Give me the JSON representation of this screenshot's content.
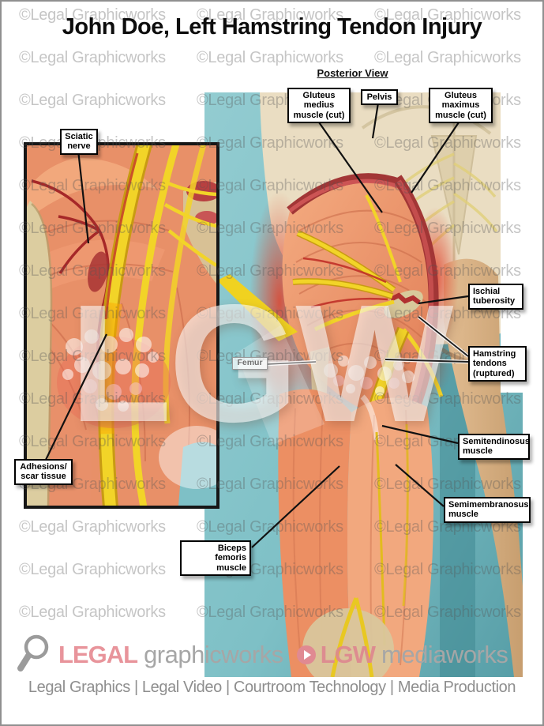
{
  "title": "John Doe, Left Hamstring Tendon Injury",
  "view_header": "Posterior View",
  "watermark": {
    "text": "©Legal Graphicworks",
    "big_text": "LGW"
  },
  "labels": {
    "gluteus_medius": "Gluteus\nmedius\nmuscle (cut)",
    "pelvis": "Pelvis",
    "gluteus_maximus": "Gluteus\nmaximus\nmuscle (cut)",
    "sciatic_nerve": "Sciatic\nnerve",
    "ischial_tuberosity": "Ischial\ntuberosity",
    "hamstring_tendons": "Hamstring\ntendons\n(ruptured)",
    "femur": "Femur",
    "semitendinosus": "Semitendinosus\nmuscle",
    "semimembranosus": "Semimembranosus\nmuscle",
    "biceps_femoris": "Biceps femoris\nmuscle",
    "adhesions": "Adhesions/\nscar tissue"
  },
  "footer": {
    "brand_legal": "LEGAL",
    "brand_graphicworks": "graphicworks",
    "brand_lgw": "LGW",
    "brand_mediaworks": "mediaworks",
    "tagline": "Legal Graphics | Legal Video | Courtroom Technology | Media Production"
  },
  "colors": {
    "teal_background": "#7ec0c6",
    "muscle_salmon": "#ed9467",
    "nerve_yellow": "#f2d428",
    "vessel_red": "#a83030",
    "injury_red": "#e0402a",
    "bone_tan": "#d9c89c",
    "ghost_skin": "#eaddc2",
    "brand_pink": "#e8949b",
    "brand_gray": "#a6a6a6"
  }
}
